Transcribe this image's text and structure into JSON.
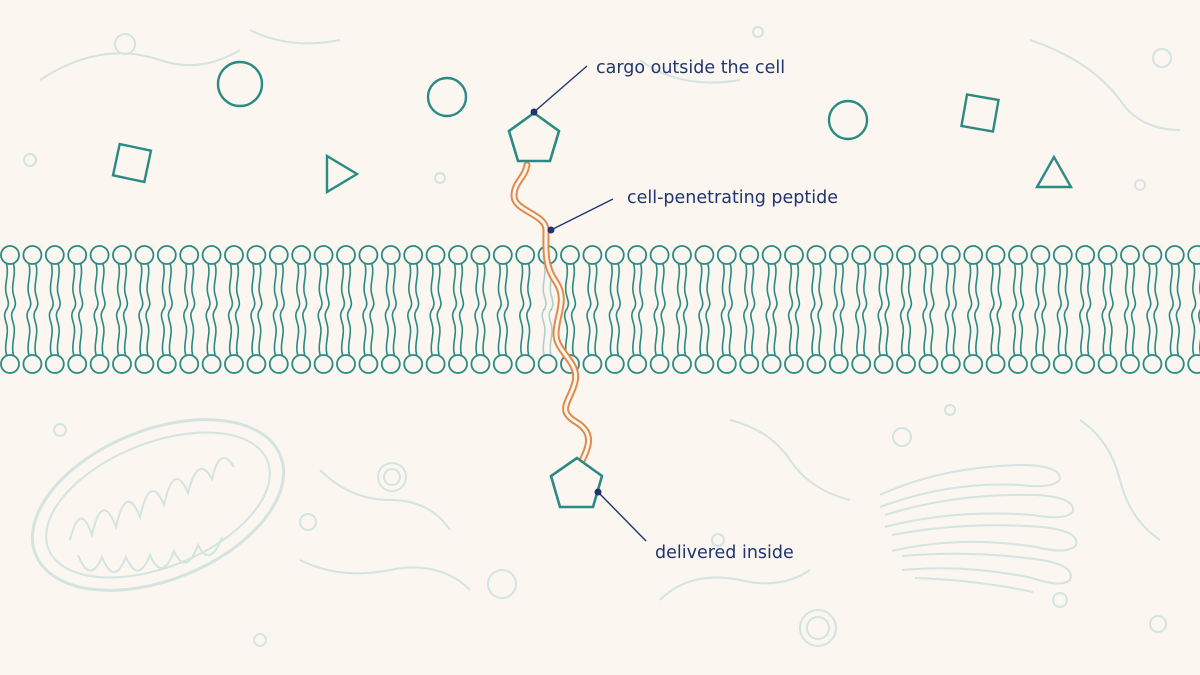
{
  "diagram": {
    "labels": {
      "cargo_outside": "cargo outside the cell",
      "peptide": "cell-penetrating peptide",
      "delivered_inside": "delivered inside"
    },
    "colors": {
      "background": "#fbf6ef",
      "membrane": "#2a8a84",
      "peptide": "#e08a4c",
      "label_text": "#1f3570",
      "faint_organelles": "#cfe1de"
    },
    "extracellular_molecules": [
      {
        "shape": "circle"
      },
      {
        "shape": "circle"
      },
      {
        "shape": "circle"
      },
      {
        "shape": "square"
      },
      {
        "shape": "square"
      },
      {
        "shape": "triangle"
      },
      {
        "shape": "triangle"
      }
    ],
    "cargo": {
      "shape": "pentagon"
    }
  }
}
